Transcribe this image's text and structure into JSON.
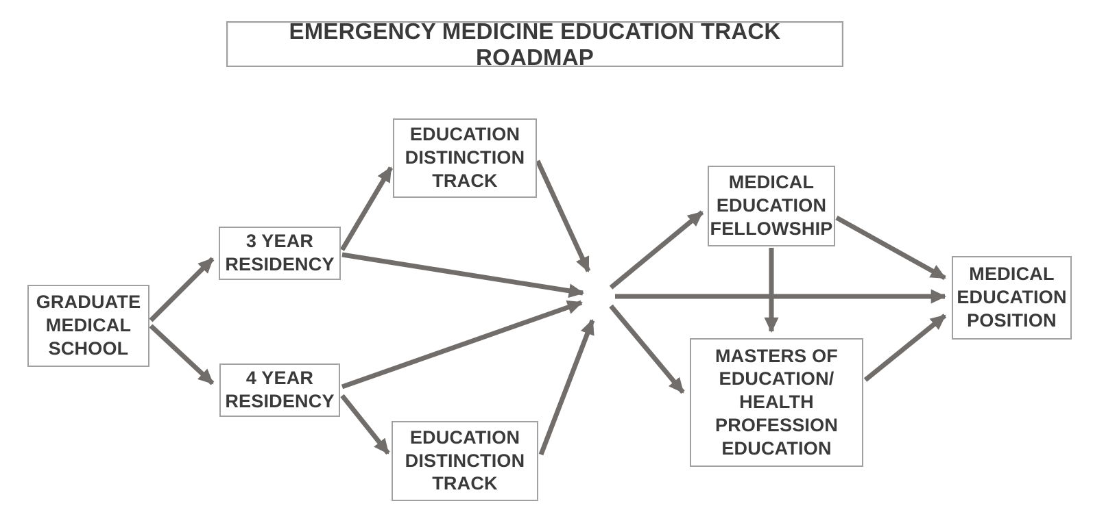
{
  "title": "EMERGENCY MEDICINE EDUCATION TRACK ROADMAP",
  "colors": {
    "arrow": "#716d6a",
    "box_border": "#a0a0a0",
    "box_fill": "#ffffff",
    "text": "#3a3a3a",
    "background": "#ffffff"
  },
  "nodes": {
    "graduate_medical_school": {
      "label": "GRADUATE\nMEDICAL\nSCHOOL"
    },
    "residency_3_year": {
      "label": "3 YEAR\nRESIDENCY"
    },
    "residency_4_year": {
      "label": "4 YEAR\nRESIDENCY"
    },
    "education_distinction_track_top": {
      "label": "EDUCATION\nDISTINCTION\nTRACK"
    },
    "education_distinction_track_bottom": {
      "label": "EDUCATION\nDISTINCTION\nTRACK"
    },
    "medical_education_fellowship": {
      "label": "MEDICAL\nEDUCATION\nFELLOWSHIP"
    },
    "masters_of_education": {
      "label": "MASTERS OF\nEDUCATION/\nHEALTH\nPROFESSION\nEDUCATION"
    },
    "medical_education_position": {
      "label": "MEDICAL\nEDUCATION\nPOSITION"
    }
  },
  "edges": [
    {
      "from": "graduate_medical_school",
      "to": "residency_3_year"
    },
    {
      "from": "graduate_medical_school",
      "to": "residency_4_year"
    },
    {
      "from": "residency_3_year",
      "to": "education_distinction_track_top"
    },
    {
      "from": "residency_3_year",
      "to": "convergence_point"
    },
    {
      "from": "residency_4_year",
      "to": "convergence_point"
    },
    {
      "from": "residency_4_year",
      "to": "education_distinction_track_bottom"
    },
    {
      "from": "education_distinction_track_top",
      "to": "convergence_point"
    },
    {
      "from": "education_distinction_track_bottom",
      "to": "convergence_point"
    },
    {
      "from": "convergence_point",
      "to": "medical_education_fellowship"
    },
    {
      "from": "convergence_point",
      "to": "medical_education_position"
    },
    {
      "from": "convergence_point",
      "to": "masters_of_education"
    },
    {
      "from": "medical_education_fellowship",
      "to": "masters_of_education"
    },
    {
      "from": "medical_education_fellowship",
      "to": "medical_education_position"
    },
    {
      "from": "masters_of_education",
      "to": "medical_education_position"
    }
  ]
}
